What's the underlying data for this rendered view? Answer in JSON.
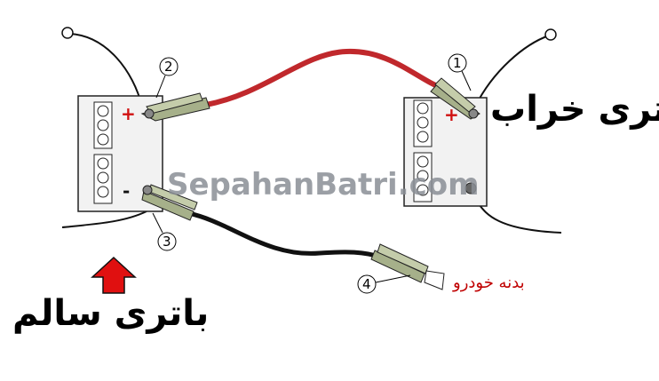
{
  "labels": {
    "bad_battery": "باتری خراب",
    "good_battery": "باتری سالم",
    "car_body": "بدنه خودرو",
    "watermark": "SepahanBatri.com"
  },
  "markers": [
    "1",
    "2",
    "3",
    "4"
  ],
  "terminals": {
    "positive": "+",
    "negative": "-"
  },
  "colors": {
    "positive_cable": "#c0282c",
    "negative_cable": "#111111",
    "arrow": "#e01010",
    "car_body_text": "#c00000",
    "clamp": "#a6b08a"
  }
}
